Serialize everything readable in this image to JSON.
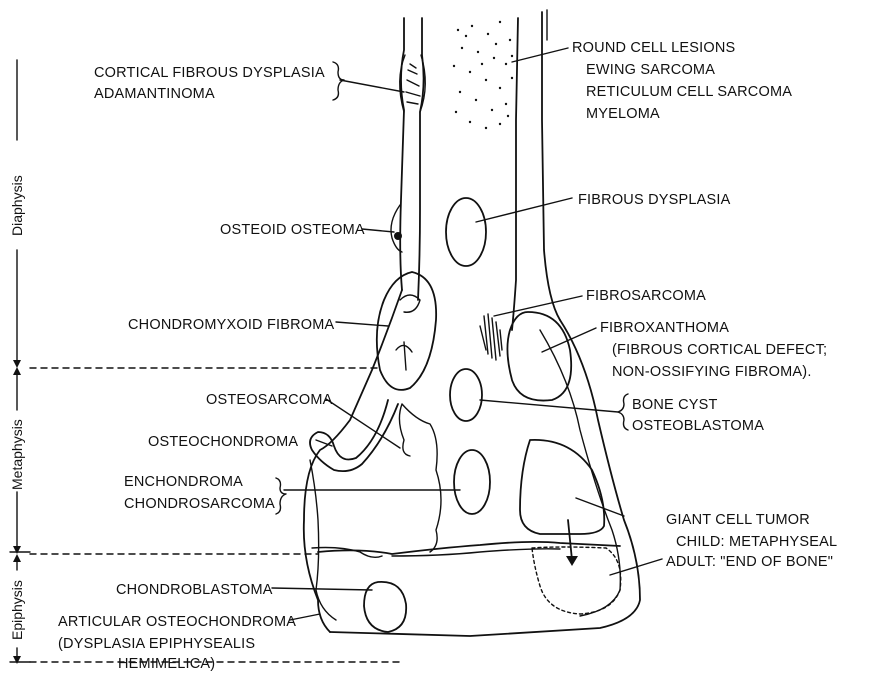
{
  "labels": {
    "cortical_fibrous_dysplasia": "CORTICAL FIBROUS DYSPLASIA",
    "adamantinoma": "ADAMANTINOMA",
    "round_cell_lesions": "ROUND CELL LESIONS",
    "ewing_sarcoma": "EWING SARCOMA",
    "reticulum_cell_sarcoma": "RETICULUM CELL SARCOMA",
    "myeloma": "MYELOMA",
    "fibrous_dysplasia": "FIBROUS DYSPLASIA",
    "osteoid_osteoma": "OSTEOID OSTEOMA",
    "fibrosarcoma": "FIBROSARCOMA",
    "chondromyxoid_fibroma": "CHONDROMYXOID FIBROMA",
    "fibroxanthoma": "FIBROXANTHOMA",
    "fibrous_cortical_defect": "(FIBROUS CORTICAL DEFECT;",
    "non_ossifying_fibroma": "NON-OSSIFYING FIBROMA).",
    "osteosarcoma": "OSTEOSARCOMA",
    "bone_cyst": "BONE CYST",
    "osteoblastoma": "OSTEOBLASTOMA",
    "osteochondroma": "OSTEOCHONDROMA",
    "enchondroma": "ENCHONDROMA",
    "chondrosarcoma": "CHONDROSARCOMA",
    "giant_cell_tumor": "GIANT CELL TUMOR",
    "child_metaphyseal": "CHILD: METAPHYSEAL",
    "adult_end_of_bone": "ADULT: \"END OF BONE\"",
    "chondroblastoma": "CHONDROBLASTOMA",
    "articular_osteochondroma": "ARTICULAR OSTEOCHONDROMA",
    "dysplasia_epiphysealis": "(DYSPLASIA EPIPHYSEALIS",
    "hemimelica": "HEMIMELICA)"
  },
  "zones": {
    "diaphysis": "Diaphysis",
    "metaphysis": "Metaphysis",
    "epiphysis": "Epiphysis"
  }
}
